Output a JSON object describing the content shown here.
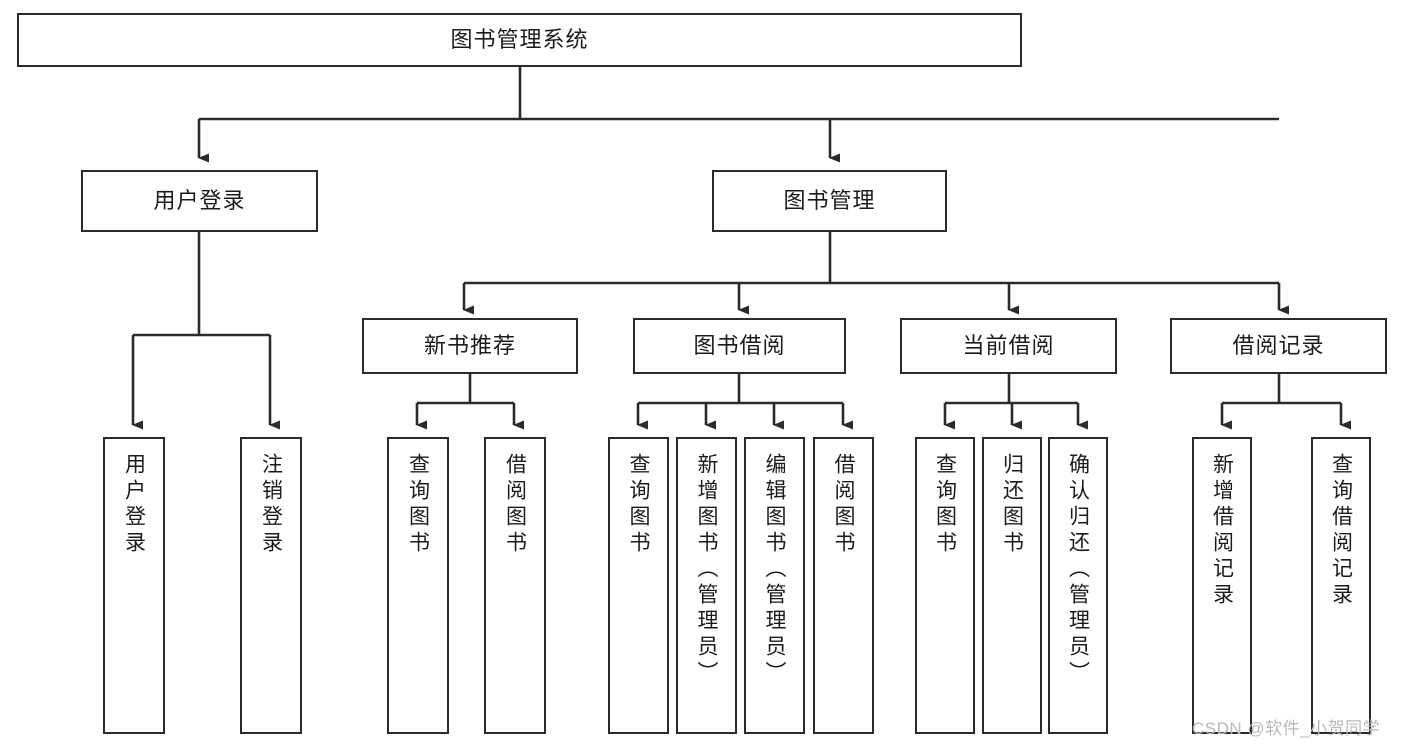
{
  "diagram": {
    "title": "图书管理系统",
    "type": "hierarchy-tree",
    "watermark": "CSDN @软件_小贺同学",
    "colors": {
      "box_border": "#2b2b2b",
      "box_fill": "#ffffff",
      "edge": "#2b2b2b",
      "text": "#1c1c1c",
      "watermark": "#b9b9b9"
    },
    "nodes": {
      "root": {
        "label": "图书管理系统"
      },
      "level2": [
        {
          "label": "用户登录"
        },
        {
          "label": "图书管理"
        }
      ],
      "level3": [
        {
          "label": "新书推荐"
        },
        {
          "label": "图书借阅"
        },
        {
          "label": "当前借阅"
        },
        {
          "label": "借阅记录"
        }
      ],
      "leaves": {
        "user_login": [
          {
            "label": "用户登录"
          },
          {
            "label": "注销登录"
          }
        ],
        "new_book_recommend": [
          {
            "label": "查询图书"
          },
          {
            "label": "借阅图书"
          }
        ],
        "book_borrow": [
          {
            "label": "查询图书"
          },
          {
            "label": "新增图书（管理员）"
          },
          {
            "label": "编辑图书（管理员）"
          },
          {
            "label": "借阅图书"
          }
        ],
        "current_borrow": [
          {
            "label": "查询图书"
          },
          {
            "label": "归还图书"
          },
          {
            "label": "确认归还（管理员）"
          }
        ],
        "borrow_record": [
          {
            "label": "新增借阅记录"
          },
          {
            "label": "查询借阅记录"
          }
        ]
      }
    }
  }
}
